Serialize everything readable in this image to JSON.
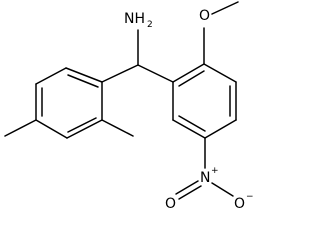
{
  "molecule": {
    "labels": {
      "amine": "NH",
      "amine_subscript": "2",
      "methoxy_oxygen": "O",
      "nitro_nitrogen": "N",
      "nitro_charge_plus": "+",
      "nitro_oxygen_double": "O",
      "nitro_oxygen_single": "O",
      "nitro_charge_minus": "−"
    },
    "colors": {
      "bond": "#000000",
      "text": "#000000",
      "background": "#ffffff"
    }
  }
}
